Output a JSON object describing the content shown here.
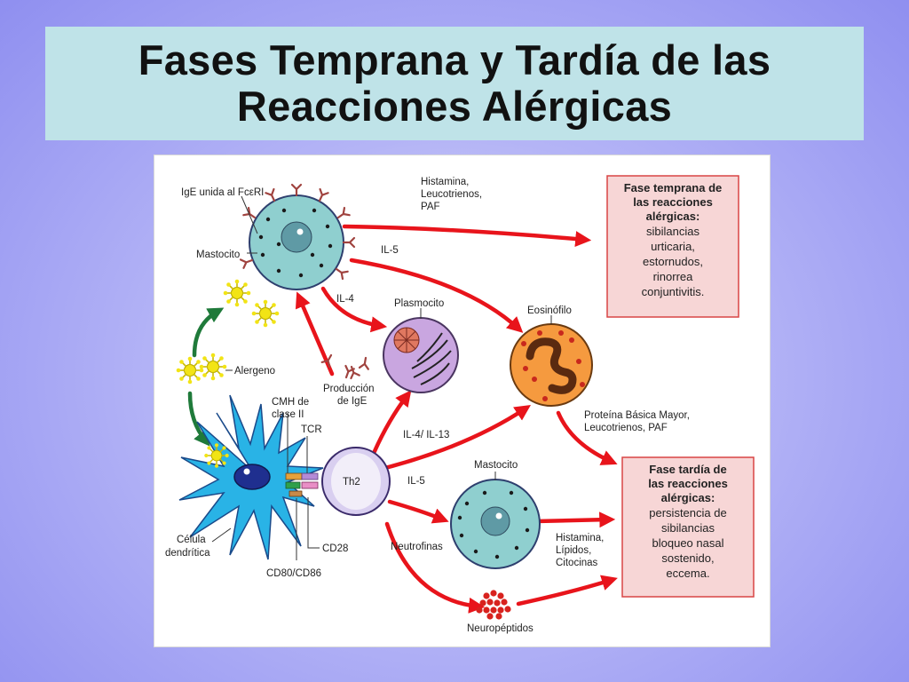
{
  "slide": {
    "title_line1": "Fases Temprana y Tardía de las",
    "title_line2": "Reacciones Alérgicas"
  },
  "diagram": {
    "labels": {
      "ige_fcr": "IgE unida al FcεRI",
      "mastocito_top": "Mastocito",
      "alergeno": "Alergeno",
      "il5_top": "IL-5",
      "il4": "IL-4",
      "plasmocito": "Plasmocito",
      "eosinofilo": "Eosinófilo",
      "produccion_line1": "Producción",
      "produccion_line2": "de IgE",
      "cmh_line1": "CMH de",
      "cmh_line2": "clase II",
      "tcr": "TCR",
      "th2": "Th2",
      "il4_il13": "IL-4/ IL-13",
      "il5_bottom": "IL-5",
      "mastocito_bottom": "Mastocito",
      "neutrofinas": "Neutrofinas",
      "cd28": "CD28",
      "cd80_cd86": "CD80/CD86",
      "celula_line1": "Célula",
      "celula_line2": "dendrítica",
      "neuropeptidos": "Neuropéptidos",
      "histamina_top_1": "Histamina,",
      "histamina_top_2": "Leucotrienos,",
      "histamina_top_3": "PAF",
      "proteina_1": "Proteína Básica Mayor,",
      "proteina_2": "Leucotrienos, PAF",
      "histamina_bot_1": "Histamina,",
      "histamina_bot_2": "Lípidos,",
      "histamina_bot_3": "Citocinas"
    },
    "early_box": {
      "title_1": "Fase temprana de",
      "title_2": "las reacciones",
      "title_3": "alérgicas:",
      "items": [
        "sibilancias",
        "urticaria,",
        "estornudos,",
        "rinorrea",
        "conjuntivitis."
      ]
    },
    "late_box": {
      "title_1": "Fase tardía de",
      "title_2": "las reacciones",
      "title_3": "alérgicas:",
      "items": [
        "persistencia de",
        "sibilancias",
        "bloqueo nasal",
        "sostenido,",
        "eccema."
      ]
    },
    "colors": {
      "arrow_red": "#e8141b",
      "arrow_green": "#1f7a3a",
      "box_fill": "#f7d6d6",
      "box_border": "#d94545",
      "mast_cell": "#8fcfcf",
      "plasma_cell": "#c9a6e0",
      "eosinophil": "#f59a3f",
      "th2_cell": "#d9cff0",
      "dendritic": "#29b3e6",
      "allergen": "#f2e415",
      "neuropeptide": "#d8221e"
    }
  }
}
